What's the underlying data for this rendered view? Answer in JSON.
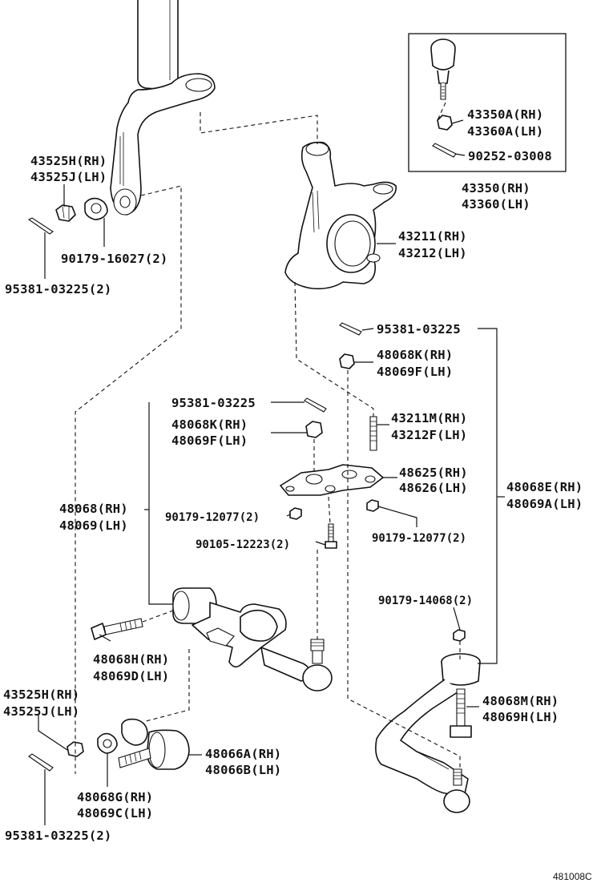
{
  "diagram_code": "481008C",
  "labels": {
    "l_43525h_top": "43525H(RH)",
    "l_43525j_top": "43525J(LH)",
    "l_90179_16027": "90179-16027(2)",
    "l_95381_2_top": "95381-03225(2)",
    "l_43350a": "43350A(RH)",
    "l_43360a": "43360A(LH)",
    "l_90252": "90252-03008",
    "l_43350": "43350(RH)",
    "l_43360": "43360(LH)",
    "l_43211": "43211(RH)",
    "l_43212": "43212(LH)",
    "l_95381_r": "95381-03225",
    "l_48068k_r": "48068K(RH)",
    "l_48069f_r": "48069F(LH)",
    "l_95381_m": "95381-03225",
    "l_48068k_m": "48068K(RH)",
    "l_48069f_m": "48069F(LH)",
    "l_43211m": "43211M(RH)",
    "l_43212f": "43212F(LH)",
    "l_48625": "48625(RH)",
    "l_48626": "48626(LH)",
    "l_48068": "48068(RH)",
    "l_48069": "48069(LH)",
    "l_48068e": "48068E(RH)",
    "l_48069a": "48069A(LH)",
    "l_90179_12077_l": "90179-12077(2)",
    "l_90179_12077_r": "90179-12077(2)",
    "l_90105": "90105-12223(2)",
    "l_90179_14068": "90179-14068(2)",
    "l_48068h": "48068H(RH)",
    "l_48069d": "48069D(LH)",
    "l_48068m": "48068M(RH)",
    "l_48069h": "48069H(LH)",
    "l_43525h_bot": "43525H(RH)",
    "l_43525j_bot": "43525J(LH)",
    "l_48066a": "48066A(RH)",
    "l_48066b": "48066B(LH)",
    "l_48068g": "48068G(RH)",
    "l_48069c": "48069C(LH)",
    "l_95381_2_bot": "95381-03225(2)"
  }
}
